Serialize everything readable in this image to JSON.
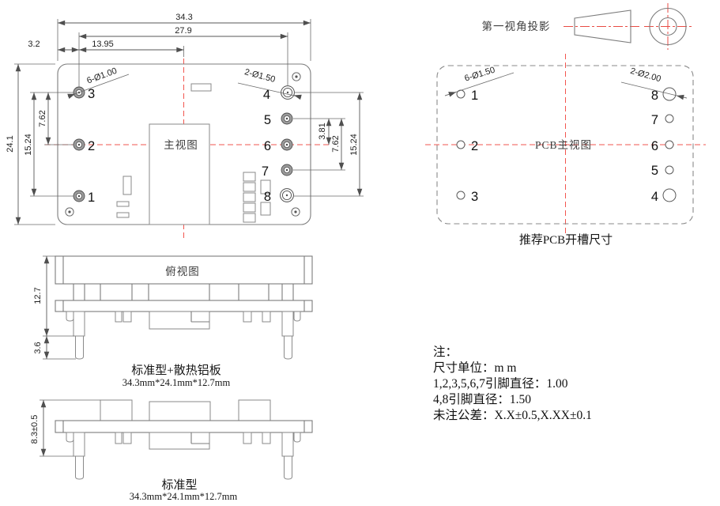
{
  "colors": {
    "outline_gray": "#7c7c7c",
    "dimension_gray": "#575757",
    "centerline_red": "#f2564f",
    "text": "#1c1c1c"
  },
  "main_view": {
    "title": "主视图",
    "callout_small_holes": "6-Ø1.00",
    "callout_large_holes": "2-Ø1.50",
    "dims": {
      "total_width": "34.3",
      "pin_span_width": "27.9",
      "edge_to_pin": "3.2",
      "pin_to_center": "13.95",
      "total_height": "24.1",
      "left_pin_span": "15.24",
      "left_pin_pitch": "7.62",
      "right_pitch_small": "3.81",
      "right_pitch_mid": "7.62",
      "right_pin_span": "15.24"
    },
    "pins": {
      "p1": "1",
      "p2": "2",
      "p3": "3",
      "p4": "4",
      "p5": "5",
      "p6": "6",
      "p7": "7",
      "p8": "8"
    }
  },
  "projection": {
    "label": "第一视角投影"
  },
  "pcb_view": {
    "title": "PCB主视图",
    "caption": "推荐PCB开槽尺寸",
    "callout_small_holes": "6-Ø1.50",
    "callout_large_holes": "2-Ø2.00",
    "pins": {
      "p1": "1",
      "p2": "2",
      "p3": "3",
      "p4": "4",
      "p5": "5",
      "p6": "6",
      "p7": "7",
      "p8": "8"
    }
  },
  "top_view": {
    "title": "俯视图",
    "dims": {
      "body_height": "12.7",
      "pin_length": "3.6"
    },
    "caption": "标准型+散热铝板",
    "size_label": "34.3mm*24.1mm*12.7mm"
  },
  "standard_view": {
    "dims": {
      "body_height": "8.3±0.5"
    },
    "caption": "标准型",
    "size_label": "34.3mm*24.1mm*12.7mm"
  },
  "notes": {
    "title": "注：",
    "lines": [
      "尺寸单位：m m",
      "1,2,3,5,6,7引脚直径：1.00",
      "4,8引脚直径：1.50",
      "未注公差：X.X±0.5,X.XX±0.1"
    ]
  }
}
